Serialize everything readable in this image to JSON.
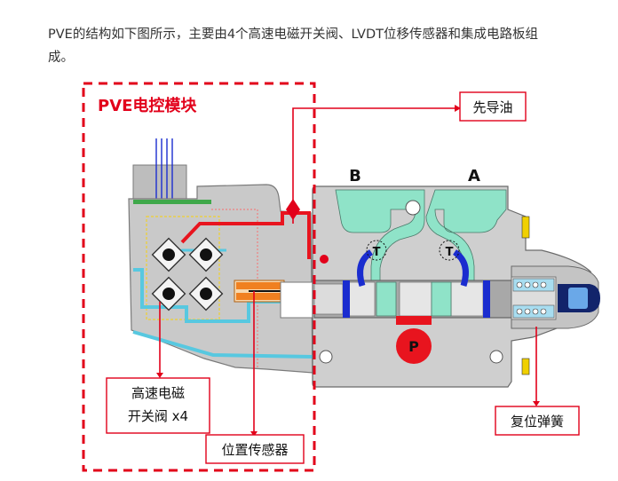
{
  "intro": {
    "line1": "PVE的结构如下图所示，主要由4个高速电磁开关阀、LVDT位移传感器和集成电路板组",
    "line2": "成。"
  },
  "diagram": {
    "module_title": "PVE电控模块",
    "port_b": "B",
    "port_a": "A",
    "port_t_left": "T",
    "port_t_right": "T",
    "port_p": "P",
    "callout_pilot_oil": "先导油",
    "callout_solenoid_line1": "高速电磁",
    "callout_solenoid_line2": "开关阀 x4",
    "callout_sensor": "位置传感器",
    "callout_spring": "复位弹簧",
    "colors": {
      "callout_red": "#e2001a",
      "body_gray": "#c8c8c8",
      "channel_teal": "#8fe3c8",
      "oil_red": "#e8141e",
      "sensor_orange": "#f08020",
      "wire_blue": "#1a2ccf"
    }
  }
}
